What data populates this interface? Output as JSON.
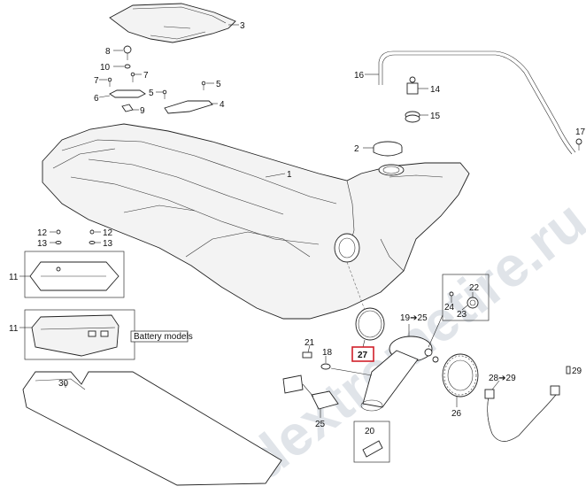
{
  "watermark": "dextremetire.ru",
  "callouts": {
    "c1": "1",
    "c2": "2",
    "c3": "3",
    "c4": "4",
    "c5a": "5",
    "c5b": "5",
    "c6": "6",
    "c7a": "7",
    "c7b": "7",
    "c8": "8",
    "c9": "9",
    "c10": "10",
    "c11a": "11",
    "c11b": "11",
    "c12a": "12",
    "c12b": "12",
    "c13a": "13",
    "c13b": "13",
    "c14": "14",
    "c15": "15",
    "c16": "16",
    "c17": "17",
    "c18": "18",
    "c19": "19➔25",
    "c20": "20",
    "c21": "21",
    "c22": "22",
    "c23": "23",
    "c24": "24",
    "c25": "25",
    "c26": "26",
    "c27": "27",
    "c28": "28➔29",
    "c29": "29",
    "c30": "30"
  },
  "battery_note": "Battery models",
  "colors": {
    "highlight": "#d0202a",
    "line": "#222222",
    "watermark": "#c8cfd8"
  }
}
